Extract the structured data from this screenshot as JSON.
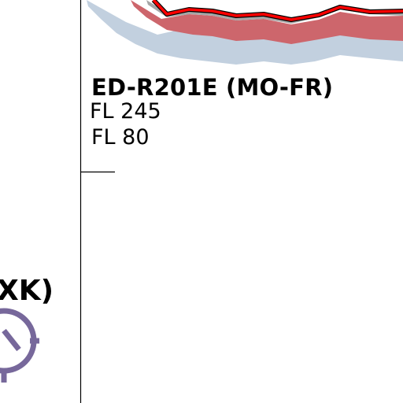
{
  "airspace": {
    "name": "ED-R201E (MO-FR)",
    "upper_limit": "FL 245",
    "lower_limit": "FL 80"
  },
  "partial_label": "XK)",
  "colors": {
    "outer_buffer": "#c2d0df",
    "inner_buffer": "#cd666c",
    "border_line": "#ff0000",
    "grey_band": "#a6a6a6",
    "navaid": "#77689b",
    "line": "#000000"
  },
  "icons": {
    "navaid": "vor-navaid-icon"
  }
}
